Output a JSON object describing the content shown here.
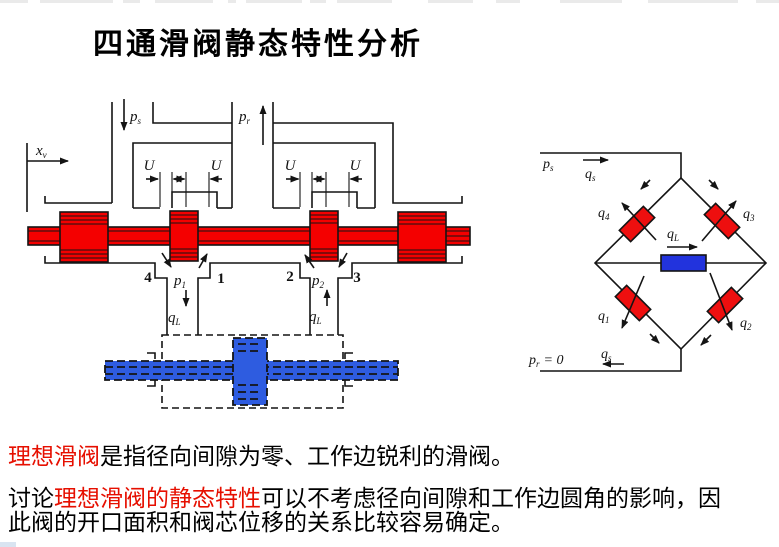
{
  "title": "四通滑阀静态特性分析",
  "colors": {
    "spool_red": "#f40000",
    "bridge_red": "#ee0f0f",
    "slide_blue": "#2e5ce0",
    "bridge_blue": "#2233dd",
    "text_red": "#e60f00",
    "line": "#141414"
  },
  "valve": {
    "labels": {
      "xv": {
        "main": "x",
        "sub": "v"
      },
      "ps": {
        "main": "p",
        "sub": "s"
      },
      "pr": {
        "main": "p",
        "sub": "r"
      },
      "u_left_outer": "U",
      "u_left_inner": "U",
      "u_right_inner": "U",
      "u_right_outer": "U",
      "port4": "4",
      "port1": "1",
      "port2": "2",
      "port3": "3",
      "p1": {
        "main": "p",
        "sub": "1"
      },
      "p2": {
        "main": "p",
        "sub": "2"
      },
      "ql_left": {
        "main": "q",
        "sub": "L"
      },
      "ql_right": {
        "main": "q",
        "sub": "L"
      }
    }
  },
  "bridge": {
    "labels": {
      "ps": {
        "main": "p",
        "sub": "s"
      },
      "qs_top": {
        "main": "q",
        "sub": "s"
      },
      "q4": {
        "main": "q",
        "sub": "4"
      },
      "q3": {
        "main": "q",
        "sub": "3"
      },
      "ql": {
        "main": "q",
        "sub": "L"
      },
      "q1": {
        "main": "q",
        "sub": "1"
      },
      "q2": {
        "main": "q",
        "sub": "2"
      },
      "pr": {
        "main": "p",
        "sub": "r",
        "rest": "= 0"
      },
      "qs_bottom": {
        "main": "q",
        "sub": "s"
      }
    }
  },
  "bottom_text": {
    "p1": [
      {
        "t": "理想滑阀",
        "red": true
      },
      {
        "t": "是指径向间隙为零、工作边锐利的滑阀。",
        "red": false
      }
    ],
    "p2_line1": [
      {
        "t": "讨论",
        "red": false
      },
      {
        "t": "理想滑阀的静态特性",
        "red": true
      },
      {
        "t": "可以不考虑径向间隙和工作边圆角的影响，因",
        "red": false
      }
    ],
    "p2_line2": [
      {
        "t": "此阀的开口面积和阀芯位移的关系比较容易确定。",
        "red": false
      }
    ]
  }
}
